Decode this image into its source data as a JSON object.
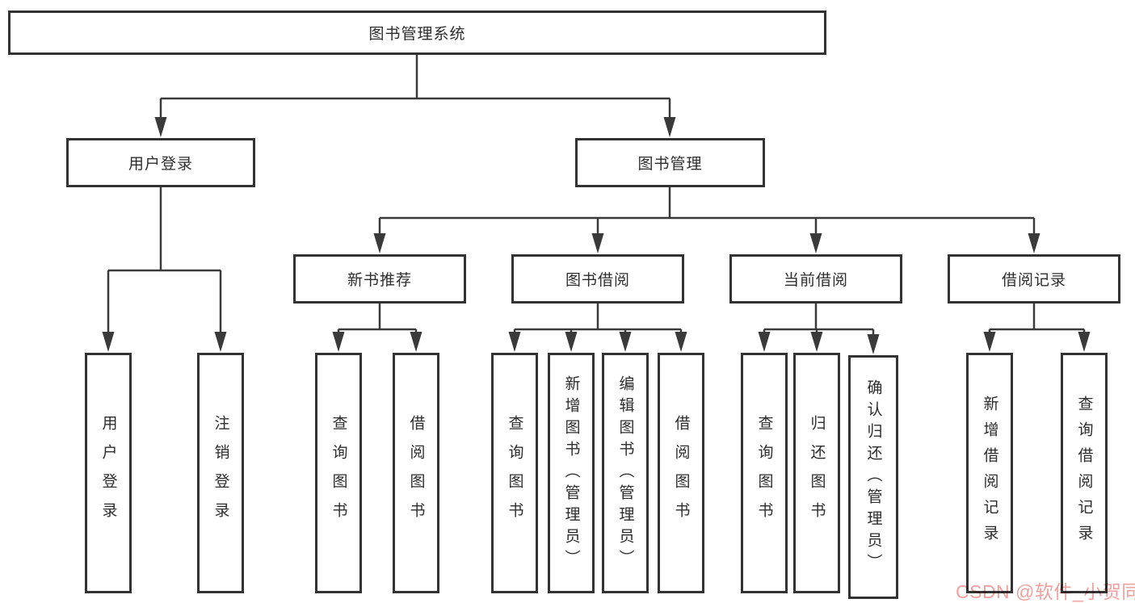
{
  "diagram": {
    "type": "hierarchy-tree",
    "colors": {
      "line": "#3a3a3a",
      "border": "#333333",
      "text": "#2d2d2d",
      "watermark": "#f0a19e",
      "background": "#ffffff"
    },
    "tree": {
      "root": {
        "label": "图书管理系统",
        "children": [
          {
            "label": "用户登录",
            "children": [
              {
                "label": "用户登录"
              },
              {
                "label": "注销登录"
              }
            ]
          },
          {
            "label": "图书管理",
            "children": [
              {
                "label": "新书推荐",
                "children": [
                  {
                    "label": "查询图书"
                  },
                  {
                    "label": "借阅图书"
                  }
                ]
              },
              {
                "label": "图书借阅",
                "children": [
                  {
                    "label": "查询图书"
                  },
                  {
                    "label": "新增图书（管理员）"
                  },
                  {
                    "label": "编辑图书（管理员）"
                  },
                  {
                    "label": "借阅图书"
                  }
                ]
              },
              {
                "label": "当前借阅",
                "children": [
                  {
                    "label": "查询图书"
                  },
                  {
                    "label": "归还图书"
                  },
                  {
                    "label": "确认归还（管理员）"
                  }
                ]
              },
              {
                "label": "借阅记录",
                "children": [
                  {
                    "label": "新增借阅记录"
                  },
                  {
                    "label": "查询借阅记录"
                  }
                ]
              }
            ]
          }
        ]
      }
    }
  },
  "watermark": {
    "text": "CSDN @软件_小贺同学"
  }
}
